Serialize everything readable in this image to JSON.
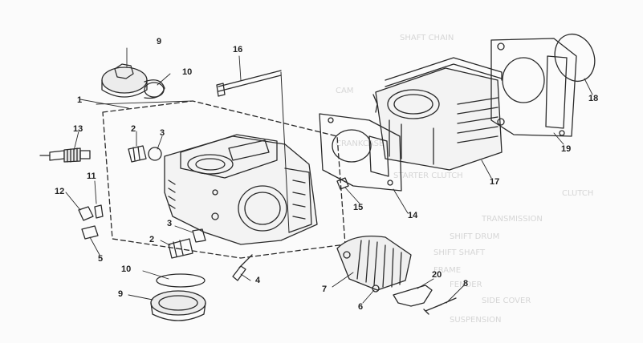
{
  "diagram": {
    "callouts": [
      {
        "id": "c1",
        "label": "1"
      },
      {
        "id": "c2a",
        "label": "2"
      },
      {
        "id": "c3a",
        "label": "3"
      },
      {
        "id": "c9a",
        "label": "9"
      },
      {
        "id": "c10a",
        "label": "10"
      },
      {
        "id": "c11",
        "label": "11"
      },
      {
        "id": "c12",
        "label": "12"
      },
      {
        "id": "c13",
        "label": "13"
      },
      {
        "id": "c5",
        "label": "5"
      },
      {
        "id": "c3b",
        "label": "3"
      },
      {
        "id": "c2b",
        "label": "2"
      },
      {
        "id": "c10b",
        "label": "10"
      },
      {
        "id": "c9b",
        "label": "9"
      },
      {
        "id": "c4",
        "label": "4"
      },
      {
        "id": "c16",
        "label": "16"
      },
      {
        "id": "c15",
        "label": "15"
      },
      {
        "id": "c14",
        "label": "14"
      },
      {
        "id": "c17",
        "label": "17"
      },
      {
        "id": "c18",
        "label": "18"
      },
      {
        "id": "c19",
        "label": "19"
      },
      {
        "id": "c7",
        "label": "7"
      },
      {
        "id": "c6",
        "label": "6"
      },
      {
        "id": "c20",
        "label": "20"
      },
      {
        "id": "c8",
        "label": "8"
      }
    ],
    "bleed_through_text": [
      "SHAFT CHAIN",
      "CAM",
      "CRANKCASE",
      "STARTER",
      "STARTER CLUTCH",
      "CLUTCH",
      "TRANSMISSION",
      "SHIFT DRUM",
      "SHIFT SHAFT",
      "FRAME",
      "FENDER",
      "SIDE COVER",
      "SUSPENSION"
    ],
    "ink_color": "#2a2a2a",
    "paper_color": "#fbfbfb"
  }
}
